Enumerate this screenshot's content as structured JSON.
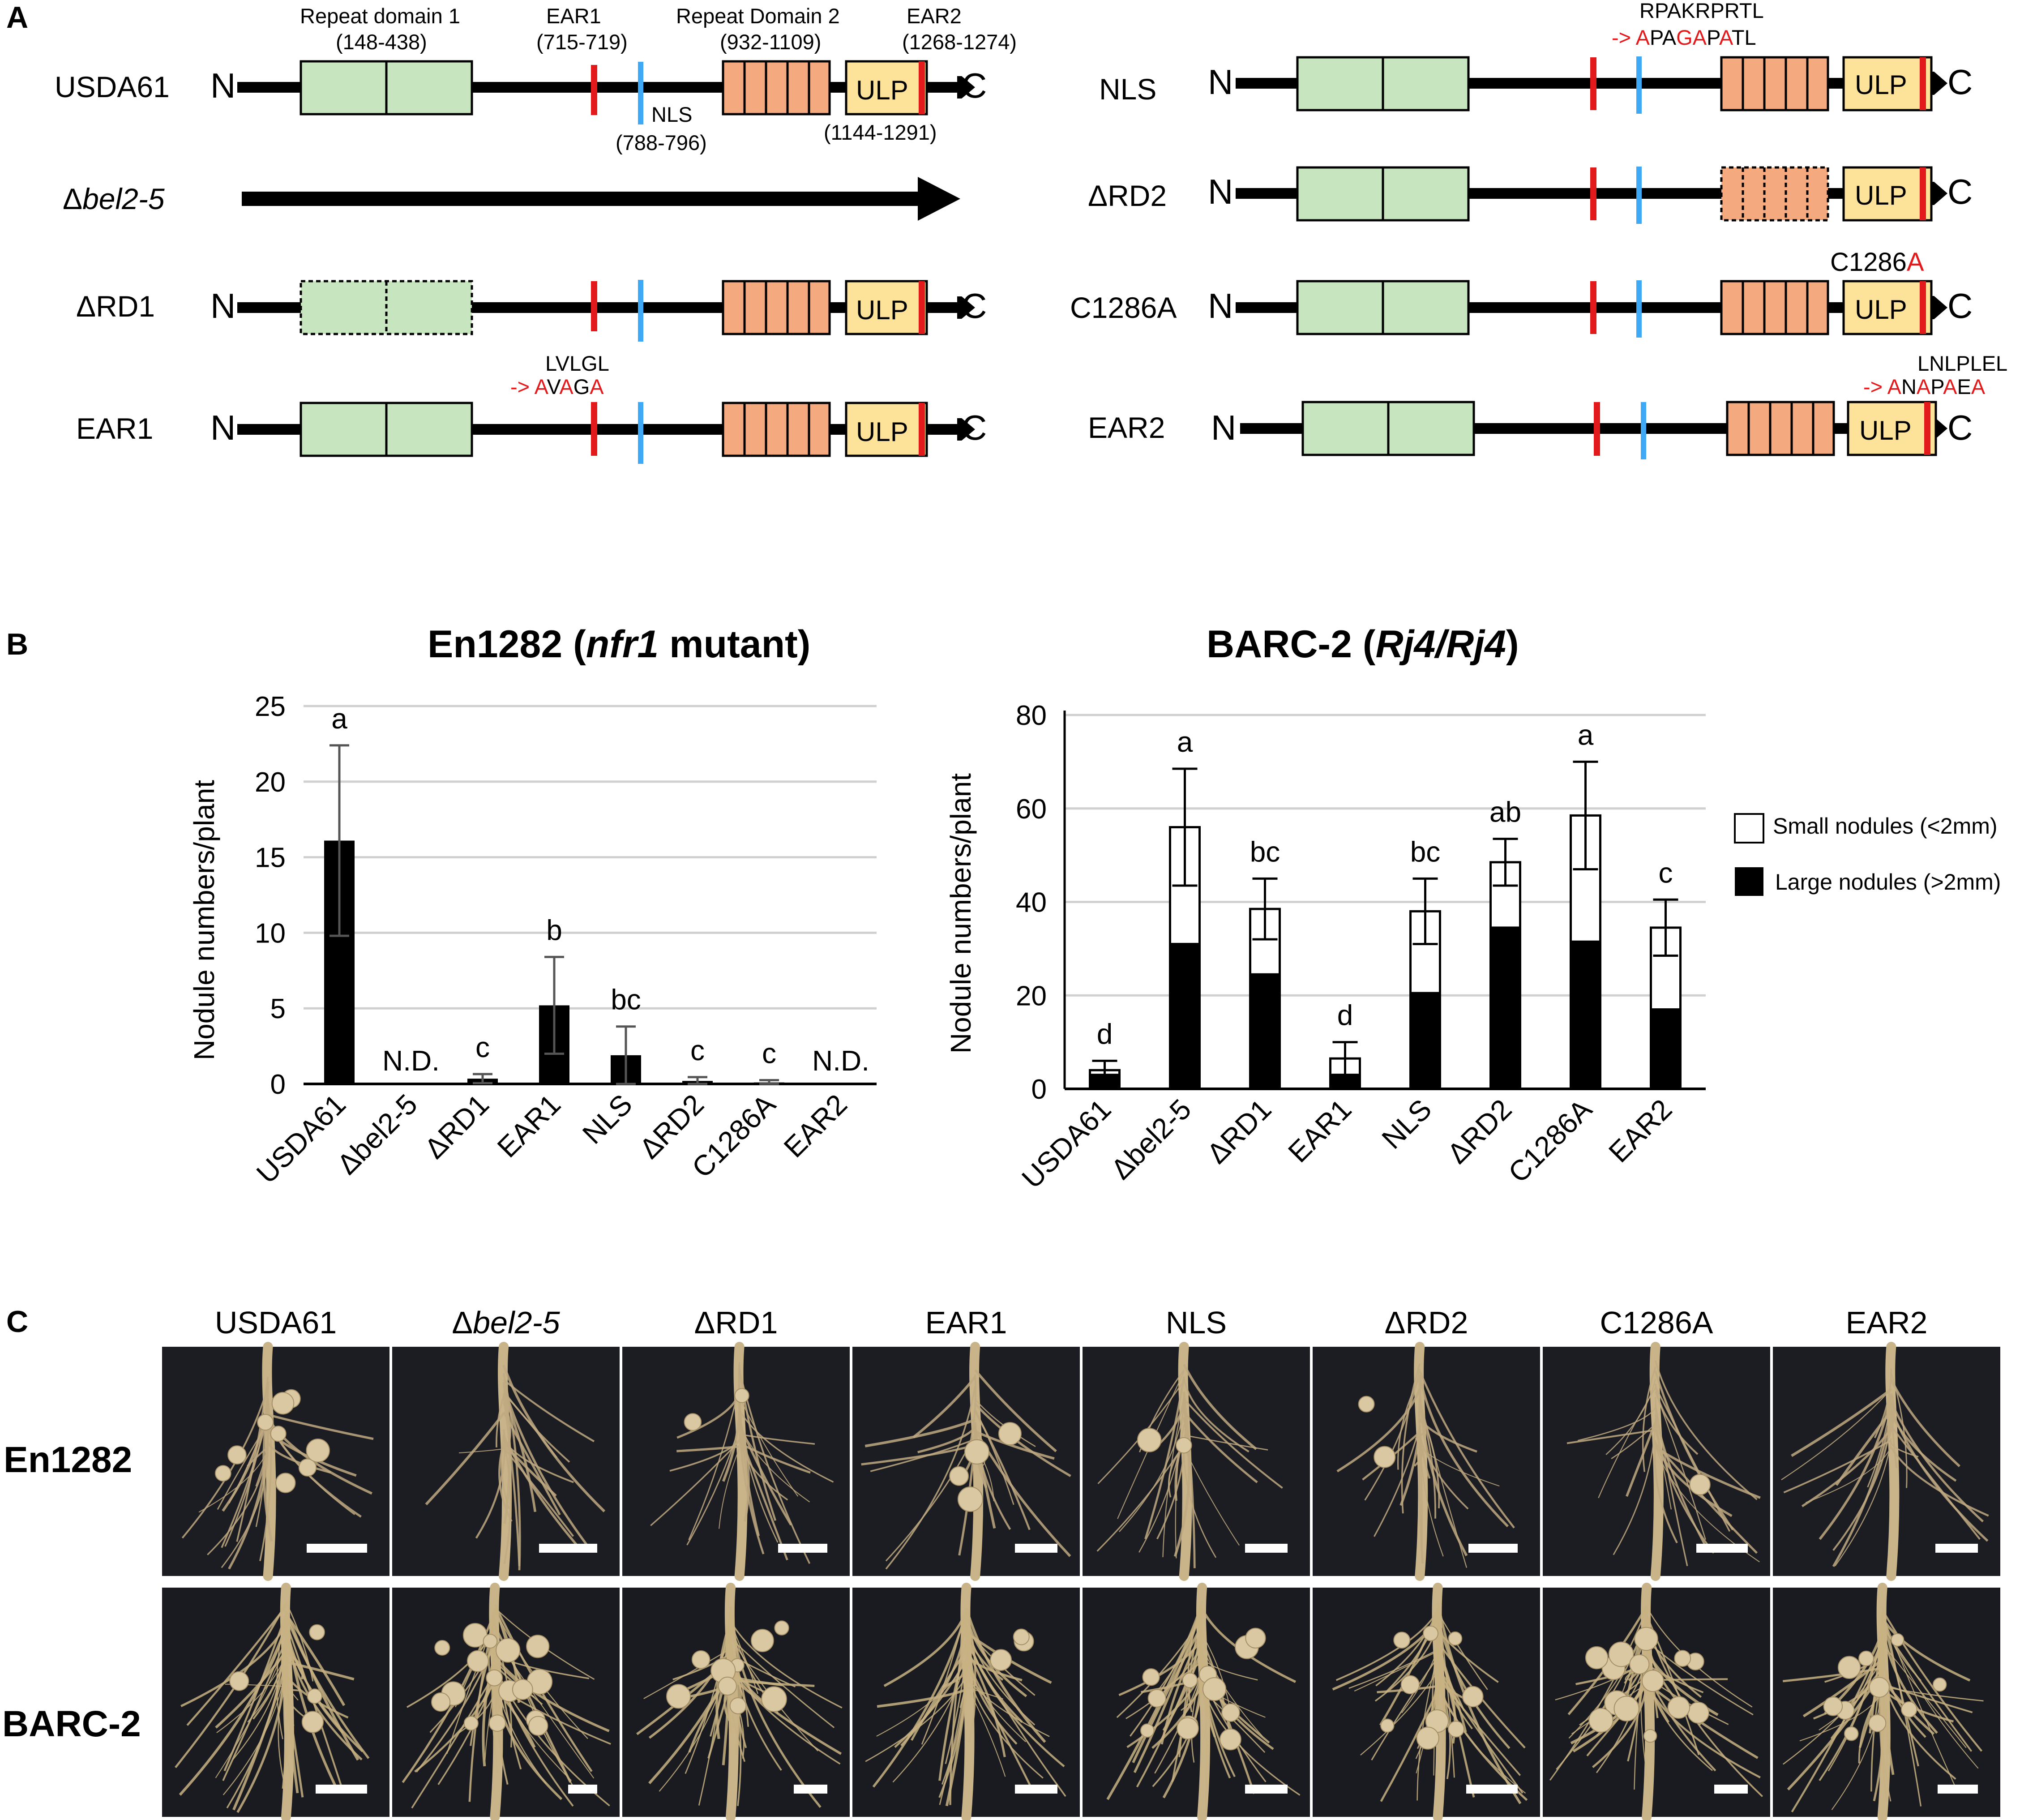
{
  "panels": {
    "a": "A",
    "b": "B",
    "c": "C"
  },
  "colors": {
    "rd1": "#c7e6bf",
    "rd2": "#f4a97f",
    "ulp": "#fde299",
    "ear": "#e31a1c",
    "nls": "#3fa9f5",
    "mut": "#e31a1c"
  },
  "panel_a": {
    "letters": {
      "n": "N",
      "c": "C",
      "ulp": "ULP"
    },
    "header": {
      "rd1": "Repeat domain 1",
      "rd1_range": "(148-438)",
      "ear1": "EAR1",
      "ear1_range": "(715-719)",
      "rd2": "Repeat Domain 2",
      "rd2_range": "(932-1109)",
      "ear2": "EAR2",
      "ear2_range": "(1268-1274)",
      "nls": "NLS",
      "nls_range": "(788-796)",
      "ulp_range": "(1144-1291)"
    },
    "constructs": {
      "usda61": "USDA61",
      "bel_prefix": "Δ",
      "bel_italic": "bel2-5",
      "rd1": "ΔRD1",
      "ear1": "EAR1",
      "nls": "NLS",
      "rd2": "ΔRD2",
      "c1286a": "C1286A",
      "ear2": "EAR2"
    },
    "mutations": {
      "ear1_orig": "LVLGL",
      "ear1_arrow": "->",
      "ear1_mut": [
        [
          "A",
          true
        ],
        [
          "V",
          false
        ],
        [
          "A",
          true
        ],
        [
          "G",
          false
        ],
        [
          "A",
          true
        ]
      ],
      "nls_orig": "RPAKRPRTL",
      "nls_arrow": "->",
      "nls_mut": [
        [
          "A",
          true
        ],
        [
          "PA",
          false
        ],
        [
          "GA",
          true
        ],
        [
          "P",
          false
        ],
        [
          "A",
          true
        ],
        [
          "TL",
          false
        ]
      ],
      "c1286a": [
        [
          "C1286",
          false
        ],
        [
          "A",
          true
        ]
      ],
      "ear2_orig": "LNLPLEL",
      "ear2_arrow": "->",
      "ear2_mut": [
        [
          "A",
          true
        ],
        [
          "N",
          false
        ],
        [
          "A",
          true
        ],
        [
          "P",
          false
        ],
        [
          "A",
          true
        ],
        [
          "E",
          false
        ],
        [
          "A",
          true
        ]
      ]
    }
  },
  "panel_b": {
    "en1282": {
      "title_pre": "En1282 (",
      "title_italic": "nfr1",
      "title_post": " mutant)"
    },
    "barc2": {
      "title_pre": "BARC-2 (",
      "title_italic": "Rj4/Rj4",
      "title_post": ")"
    },
    "ylabel": "Nodule numbers/plant",
    "legend": {
      "small": "Small nodules (<2mm)",
      "large": "Large nodules (>2mm)"
    }
  },
  "chart_data": [
    {
      "type": "bar",
      "title": "En1282 (nfr1 mutant)",
      "ylabel": "Nodule numbers/plant",
      "xlabel": "",
      "categories": [
        "USDA61",
        "Δbel2-5",
        "ΔRD1",
        "EAR1",
        "NLS",
        "ΔRD2",
        "C1286A",
        "EAR2"
      ],
      "values": [
        16.1,
        0,
        0.35,
        5.2,
        1.9,
        0.2,
        0.1,
        0
      ],
      "errors": [
        6.3,
        0,
        0.3,
        3.2,
        1.9,
        0.25,
        0.15,
        0
      ],
      "annotations": [
        "a",
        "N.D.",
        "c",
        "b",
        "bc",
        "c",
        "c",
        "N.D."
      ],
      "ylim": [
        0,
        25
      ],
      "yticks": [
        0,
        5,
        10,
        15,
        20,
        25
      ],
      "grid": true
    },
    {
      "type": "bar",
      "title": "BARC-2 (Rj4/Rj4)",
      "ylabel": "Nodule numbers/plant",
      "xlabel": "",
      "categories": [
        "USDA61",
        "Δbel2-5",
        "ΔRD1",
        "EAR1",
        "NLS",
        "ΔRD2",
        "C1286A",
        "EAR2"
      ],
      "stacked": true,
      "series": [
        {
          "name": "Large nodules (>2mm)",
          "values": [
            3,
            31,
            24.5,
            3,
            20.5,
            34.5,
            31.5,
            17
          ],
          "errors": [
            0,
            3.5,
            6,
            0,
            3.5,
            8.5,
            6.5,
            5
          ]
        },
        {
          "name": "Small nodules (<2mm)",
          "values": [
            1,
            25,
            14,
            3.5,
            17.5,
            14,
            27,
            17.5
          ],
          "errors": [
            2,
            12.5,
            6.5,
            3.5,
            7,
            5,
            11.5,
            6
          ]
        }
      ],
      "annotations": [
        "d",
        "a",
        "bc",
        "d",
        "bc",
        "ab",
        "a",
        "c"
      ],
      "ylim": [
        0,
        80
      ],
      "yticks": [
        0,
        20,
        40,
        60,
        80
      ],
      "grid": true,
      "legend": "right"
    }
  ],
  "panel_c": {
    "columns": [
      "USDA61",
      "Δbel2-5",
      "ΔRD1",
      "EAR1",
      "NLS",
      "ΔRD2",
      "C1286A",
      "EAR2"
    ],
    "bel_prefix": "Δ",
    "bel_italic": "bel2-5",
    "rows": {
      "en1282": "En1282",
      "barc2": "BARC-2"
    }
  }
}
